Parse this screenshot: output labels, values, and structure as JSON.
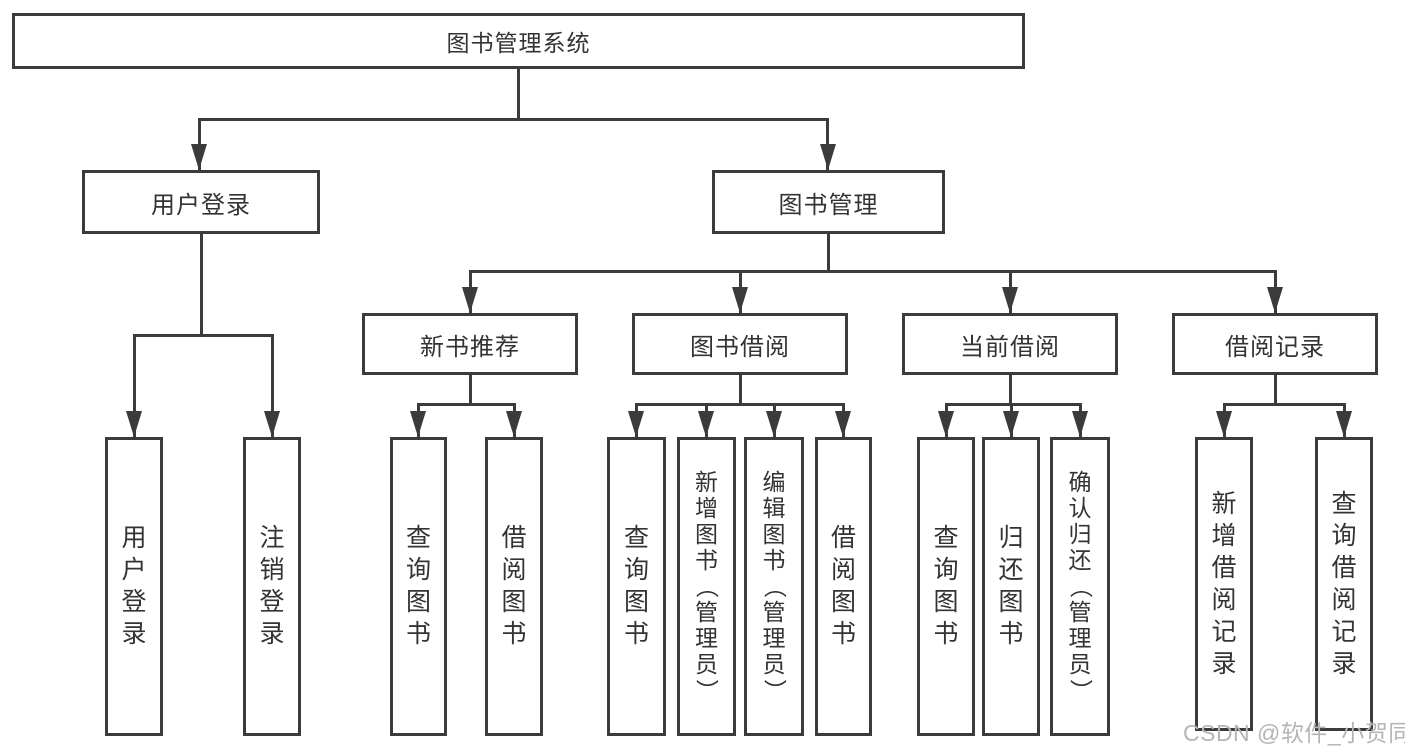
{
  "colors": {
    "line": "#3b3b3b",
    "text": "#333333",
    "watermark": "#b5b5b5",
    "background": "#ffffff"
  },
  "watermark": "CSDN @软件_小贺同学",
  "tree": {
    "root": "图书管理系统",
    "branches": [
      {
        "label": "用户登录",
        "children": [
          "用户登录",
          "注销登录"
        ]
      },
      {
        "label": "图书管理",
        "groups": [
          {
            "label": "新书推荐",
            "children": [
              "查询图书",
              "借阅图书"
            ]
          },
          {
            "label": "图书借阅",
            "children": [
              "查询图书",
              "新增图书（管理员）",
              "编辑图书（管理员）",
              "借阅图书"
            ]
          },
          {
            "label": "当前借阅",
            "children": [
              "查询图书",
              "归还图书",
              "确认归还（管理员）"
            ]
          },
          {
            "label": "借阅记录",
            "children": [
              "新增借阅记录",
              "查询借阅记录"
            ]
          }
        ]
      }
    ]
  }
}
